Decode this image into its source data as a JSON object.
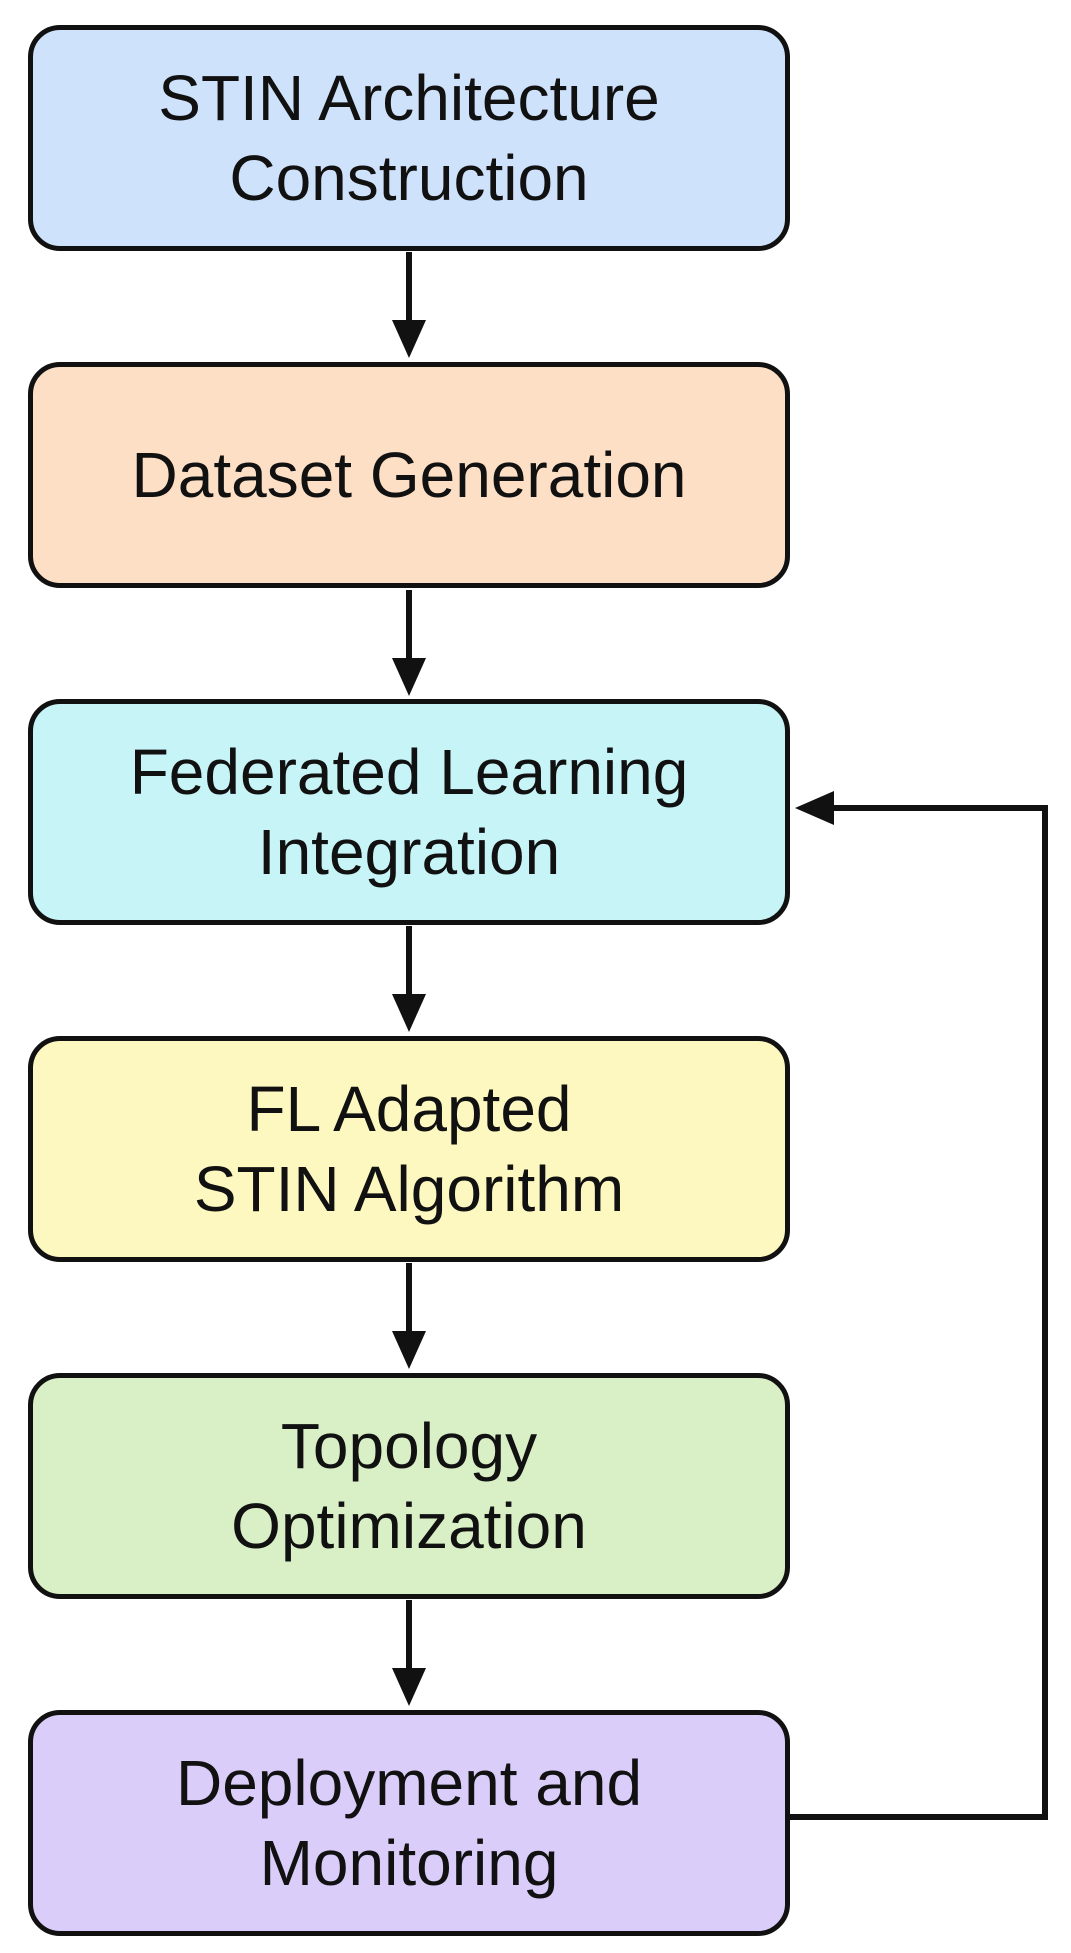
{
  "steps": [
    {
      "lines": [
        "STIN Architecture",
        "Construction"
      ],
      "fill": "#cfe2fb"
    },
    {
      "lines": [
        "Dataset Generation"
      ],
      "fill": "#fddfc6"
    },
    {
      "lines": [
        "Federated Learning",
        "Integration"
      ],
      "fill": "#c6f4f7"
    },
    {
      "lines": [
        "FL Adapted",
        "STIN Algorithm"
      ],
      "fill": "#fdf8c0"
    },
    {
      "lines": [
        "Topology",
        "Optimization"
      ],
      "fill": "#d9efc6"
    },
    {
      "lines": [
        "Deployment and",
        "Monitoring"
      ],
      "fill": "#dbcdf9"
    }
  ],
  "feedback": {
    "from_step": 6,
    "to_step": 3
  },
  "colors": {
    "stroke": "#111111",
    "background": "#ffffff"
  }
}
